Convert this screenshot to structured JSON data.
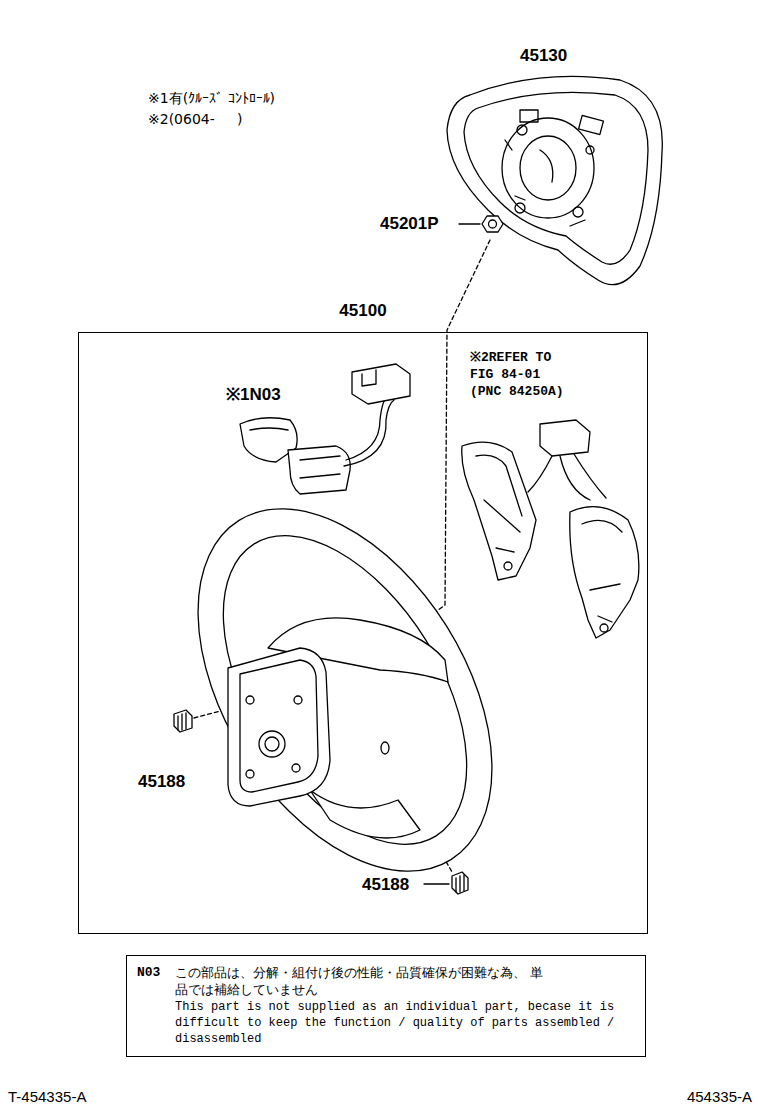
{
  "diagram": {
    "nodes": [
      {
        "text": [
          "45100"
        ]
      },
      {
        "text": [
          "N03",
          "この部品は、分解・組付け後の性能・品質確保が困難な為、 単品では補給していません",
          "This part is not supplied as an individual part, becase it is difficult to keep the function / quality of parts assembled / disassembled"
        ]
      }
    ],
    "edges": [],
    "labels": [
      "※1有(ｸﾙｰｽﾞ ｺﾝﾄﾛｰﾙ)",
      "※2(0604-     )",
      "45130",
      "45201P",
      "※1N03",
      "※2REFER TO FIG 84-01 (PNC 84250A)",
      "45188",
      "45188",
      "T-454335-A",
      "454335-A"
    ]
  }
}
